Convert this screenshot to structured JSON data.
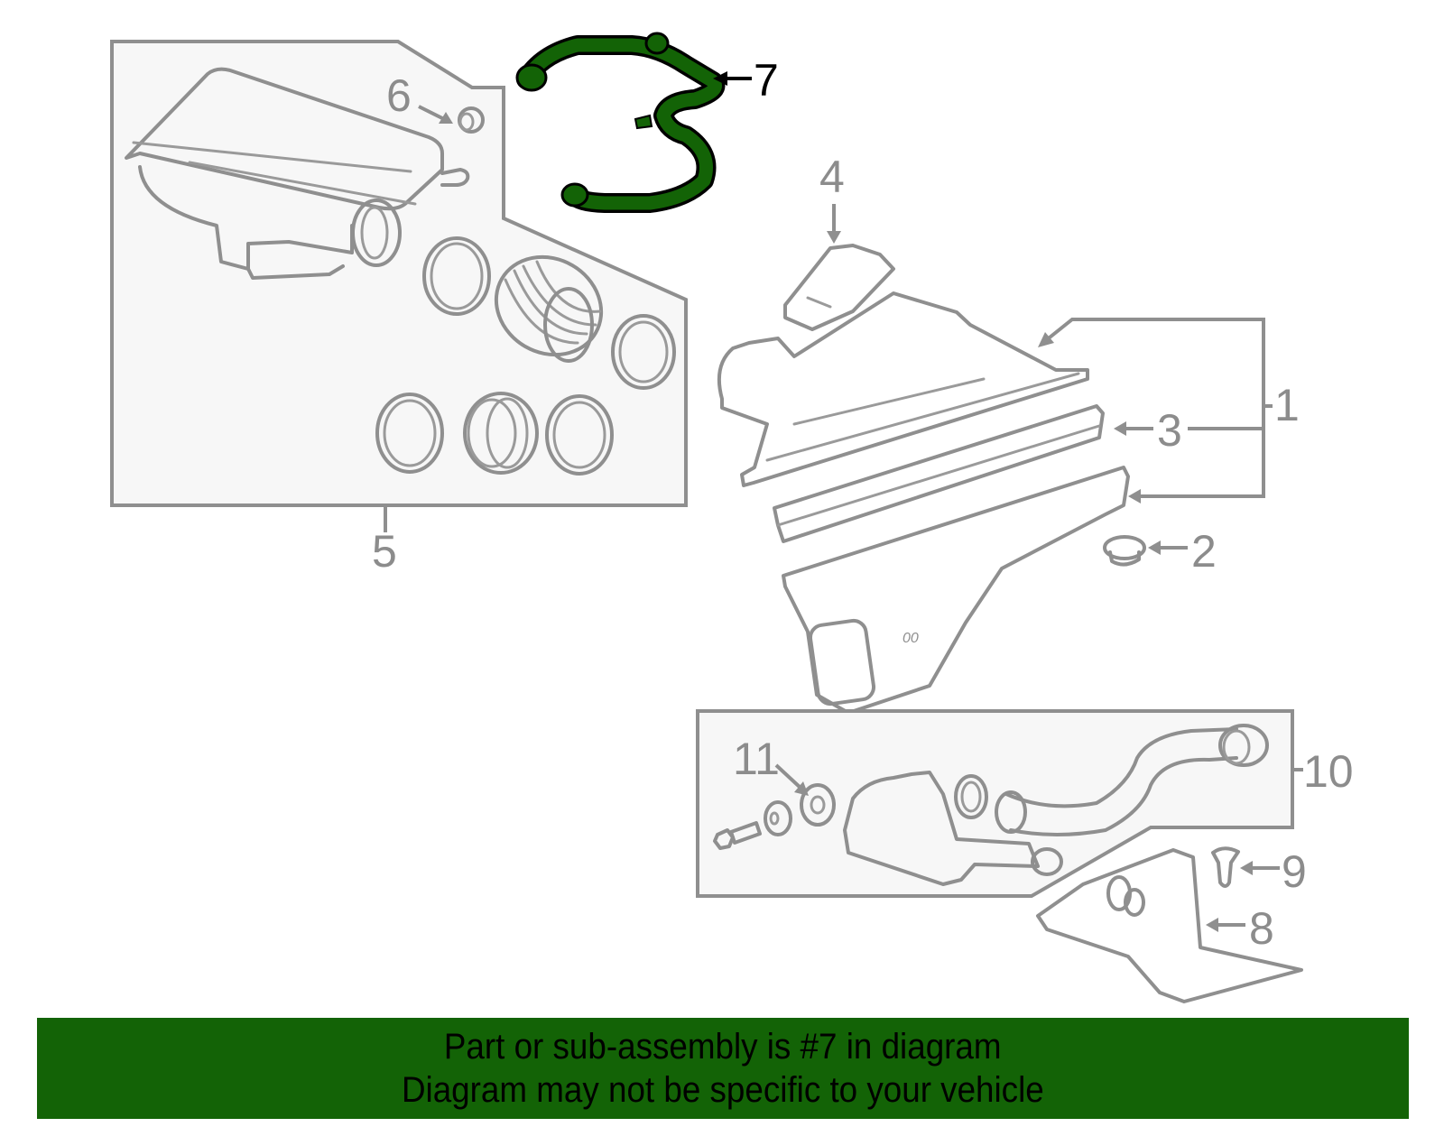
{
  "diagram": {
    "title": "Air intake / air cleaner assembly exploded parts diagram",
    "highlight_color": "#136306",
    "line_color": "#8f8f8f",
    "callouts": [
      {
        "id": "1",
        "label": "1",
        "part": "air-cleaner-assembly"
      },
      {
        "id": "2",
        "label": "2",
        "part": "grommet"
      },
      {
        "id": "3",
        "label": "3",
        "part": "air-filter-element"
      },
      {
        "id": "4",
        "label": "4",
        "part": "mass-airflow-sensor"
      },
      {
        "id": "5",
        "label": "5",
        "part": "air-cleaner-kit"
      },
      {
        "id": "6",
        "label": "6",
        "part": "grommet"
      },
      {
        "id": "7",
        "label": "7",
        "part": "pcv-hose",
        "highlighted": true
      },
      {
        "id": "8",
        "label": "8",
        "part": "deflector"
      },
      {
        "id": "9",
        "label": "9",
        "part": "push-pin-clip"
      },
      {
        "id": "10",
        "label": "10",
        "part": "resonator-assembly"
      },
      {
        "id": "11",
        "label": "11",
        "part": "insulator"
      }
    ]
  },
  "banner": {
    "line1": "Part or sub-assembly is #7 in diagram",
    "line2": "Diagram may not be specific to your vehicle",
    "background": "#136306"
  }
}
